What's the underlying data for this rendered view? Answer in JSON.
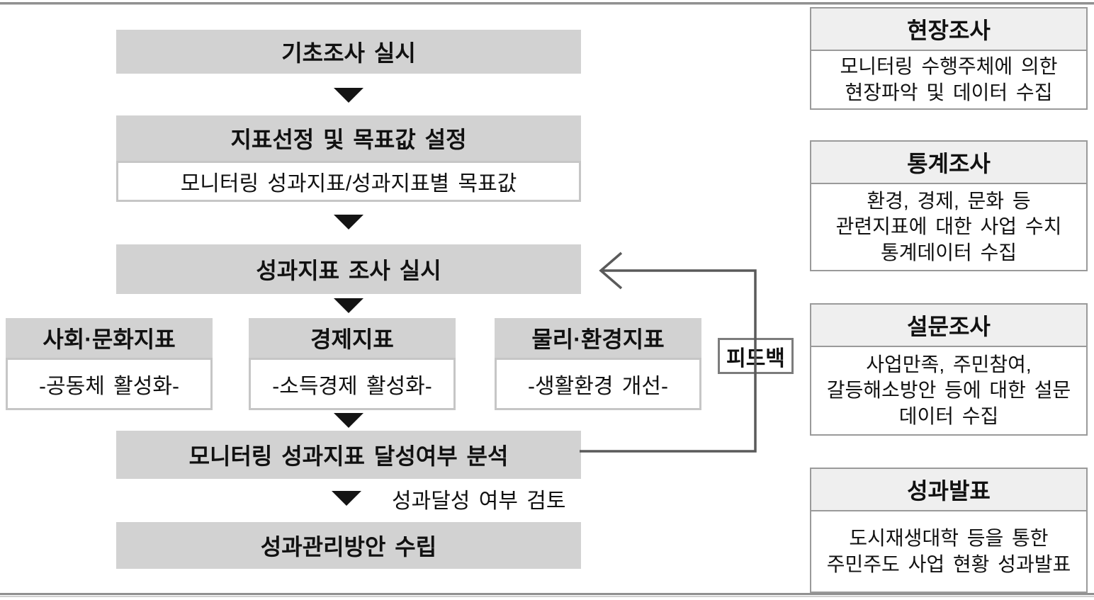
{
  "colors": {
    "flow_box_bg": "#d2d2d2",
    "right_header_bg": "#efefef",
    "card_border": "#9a9a9a",
    "line_color": "#5a5a5a",
    "arrow_color": "#141414"
  },
  "flow": {
    "step1": "기초조사 실시",
    "step2": "지표선정 및 목표값 설정",
    "step2_sub": "모니터링 성과지표/성과지표별 목표값",
    "step3": "성과지표 조사 실시",
    "indicators": [
      {
        "title": "사회·문화지표",
        "sub": "-공동체 활성화-"
      },
      {
        "title": "경제지표",
        "sub": "-소득경제 활성화-"
      },
      {
        "title": "물리·환경지표",
        "sub": "-생활환경 개선-"
      }
    ],
    "step4": "모니터링 성과지표 달성여부 분석",
    "step5_note": "성과달성 여부 검토",
    "step5": "성과관리방안 수립",
    "feedback_label": "피드백"
  },
  "right_panel": [
    {
      "title": "현장조사",
      "body": "모니터링 수행주체에 의한\n현장파악 및 데이터 수집"
    },
    {
      "title": "통계조사",
      "body": "환경, 경제, 문화 등\n관련지표에 대한 사업 수치\n통계데이터 수집"
    },
    {
      "title": "설문조사",
      "body": "사업만족, 주민참여,\n갈등해소방안 등에 대한 설문\n데이터 수집"
    },
    {
      "title": "성과발표",
      "body": "도시재생대학 등을 통한\n주민주도 사업 현황 성과발표"
    }
  ]
}
